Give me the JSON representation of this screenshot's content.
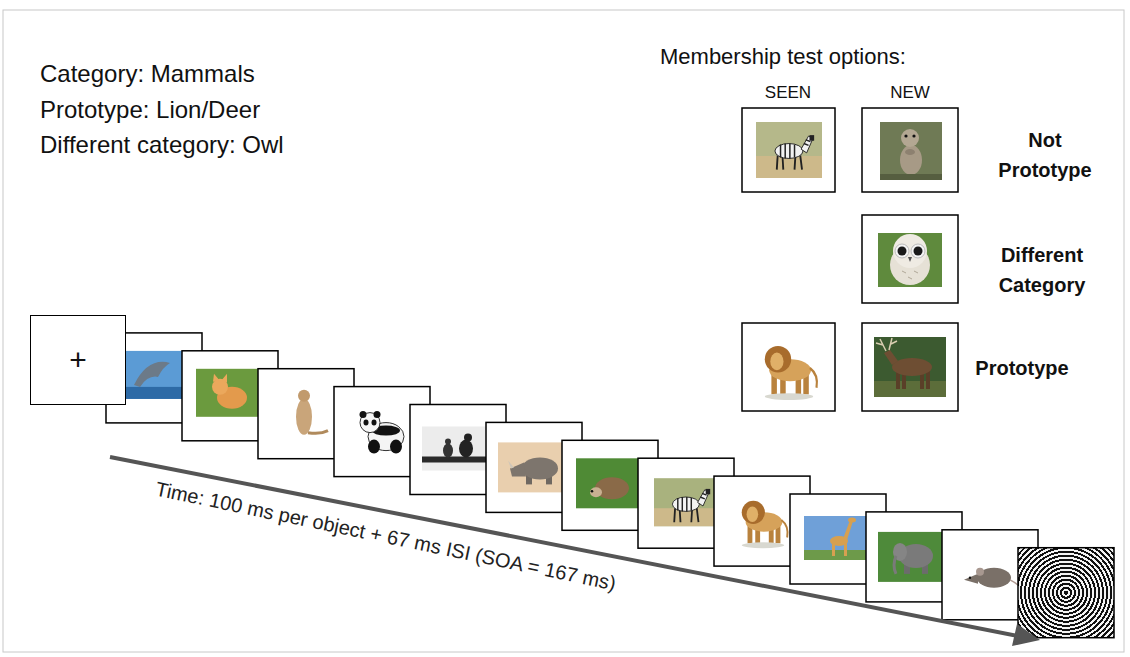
{
  "diagram": {
    "nodes": [
      {
        "text": [
          "+"
        ]
      }
    ],
    "labels": [
      "Category: Mammals",
      "Prototype: Lion/Deer",
      "Different category: Owl",
      "Membership test options:",
      "SEEN",
      "NEW",
      "Not Prototype",
      "Different Category",
      "Prototype",
      "Time: 100 ms per object + 67 ms ISI (SOA = 167 ms)"
    ]
  }
}
